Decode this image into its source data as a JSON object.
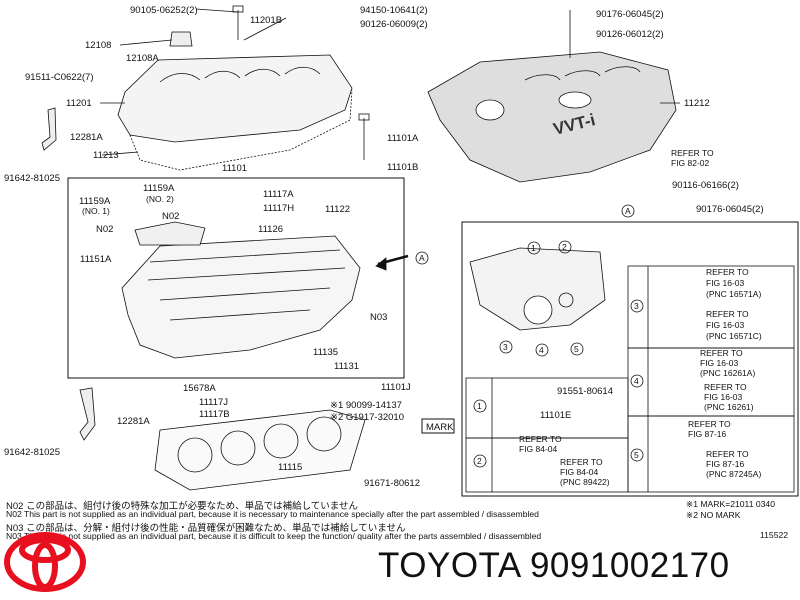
{
  "labels": {
    "p90105": "90105-06252(2)",
    "p11201B": "11201B",
    "p94150": "94150-10641(2)",
    "p90126a": "90126-06009(2)",
    "p12108": "12108",
    "p12108A": "12108A",
    "p91511": "91511-C0622(7)",
    "p11201": "11201",
    "p12281A_top": "12281A",
    "p91642_top": "91642-81025",
    "p11213": "11213",
    "p11101A": "11101A",
    "p11101B": "11101B",
    "p11101": "11101",
    "p11159A": "11159A",
    "p11159A_no1": "(NO. 1)",
    "p11159A_b": "11159A",
    "p11159A_no2": "(NO. 2)",
    "pN02a": "N02",
    "pN02b": "N02",
    "p11117A": "11117A",
    "p11117H": "11117H",
    "p11122": "11122",
    "p11126": "11126",
    "p11151A": "11151A",
    "pN03": "N03",
    "p11135": "11135",
    "p11131": "11131",
    "p15678A": "15678A",
    "p11117J": "11117J",
    "p11117B": "11117B",
    "p12281A_bot": "12281A",
    "p91642_bot": "91642-81025",
    "p11115": "11115",
    "p11101J": "11101J",
    "p90099": "※1  90099-14137",
    "pG1917": "※2  G1917-32010",
    "pMARK": "MARK",
    "p91671": "91671-80612",
    "p90176a": "90176-06045(2)",
    "p90126b": "90126-06012(2)",
    "p11212": "11212",
    "refer_8202_a": "REFER TO",
    "refer_8202_b": "FIG 82-02",
    "p90116": "90116-06166(2)",
    "p90176b": "90176-06045(2)",
    "circleA": "A",
    "c1": "1",
    "c2": "2",
    "c3": "3",
    "c4": "4",
    "c5": "5",
    "ref3_1": "REFER TO",
    "ref3_2": "FIG 16-03",
    "ref3_3": "(PNC 16571A)",
    "ref3_4": "REFER TO",
    "ref3_5": "FIG 16-03",
    "ref3_6": "(PNC 16571C)",
    "ref4_1": "REFER TO",
    "ref4_2": "FIG 16-03",
    "ref4_3": "(PNC 16261A)",
    "ref4_4": "REFER TO",
    "ref4_5": "FIG 16-03",
    "ref4_6": "(PNC 16261)",
    "p91551": "91551-80614",
    "p11101E": "11101E",
    "ref2_1": "REFER TO",
    "ref2_2": "FIG 84-04",
    "ref2_3": "REFER TO",
    "ref2_4": "FIG 84-04",
    "ref2_5": "(PNC 89422)",
    "ref5_1": "REFER TO",
    "ref5_2": "FIG 87-16",
    "ref5_3": "REFER TO",
    "ref5_4": "FIG 87-16",
    "ref5_5": "(PNC 87245A)"
  },
  "notes": {
    "n02_jp": "N02  この部品は、組付け後の特殊な加工が必要なため、単品では補給していません",
    "n02_en": "N02  This part is not supplied as an individual part, because it is necessary to maintenance specially after the part assembled / disassembled",
    "n03_jp": "N03  この部品は、分解・組付け後の性能・品質確保が困難なため、単品では補給していません",
    "n03_en": "N03  This part is not supplied as an individual part, because it is difficult to keep the function/ quality  after the parts  assembled / disassembled",
    "mark1": "※1  MARK=21011  0340",
    "mark2": "※2  NO  MARK",
    "fig_no": "115522"
  },
  "brand": {
    "text": "TOYOTA 9091002170",
    "logo": "toyota-emblem"
  },
  "colors": {
    "logo_red": "#E8101E",
    "ink": "#111111",
    "cover_fill": "#d8d8d8"
  }
}
